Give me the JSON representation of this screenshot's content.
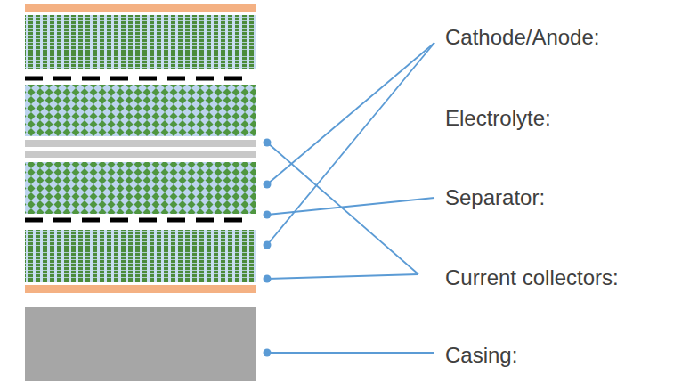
{
  "diagram": {
    "labels": [
      "Cathode/Anode:",
      "Electrolyte:",
      "Separator:",
      "Current collectors:",
      "Casing:"
    ]
  }
}
